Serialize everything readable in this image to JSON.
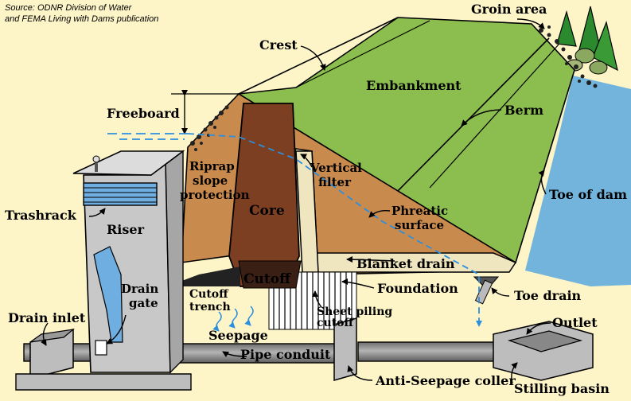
{
  "source": {
    "line1": "Source: ODNR Division of Water",
    "line2": "and FEMA Living with Dams publication"
  },
  "labels": {
    "crest": "Crest",
    "groin_area": "Groin area",
    "embankment": "Embankment",
    "berm": "Berm",
    "freeboard": "Freeboard",
    "riprap_1": "Riprap",
    "riprap_2": "slope",
    "riprap_3": "protection",
    "vertical_filter_1": "Vertical",
    "vertical_filter_2": "filter",
    "toe_of_dam": "Toe of dam",
    "trashrack": "Trashrack",
    "core": "Core",
    "phreatic_1": "Phreatic",
    "phreatic_2": "surface",
    "riser": "Riser",
    "blanket_drain": "Blanket drain",
    "cutoff": "Cutoff",
    "foundation": "Foundation",
    "drain_gate_1": "Drain",
    "drain_gate_2": "gate",
    "cutoff_trench_1": "Cutoff",
    "cutoff_trench_2": "trench",
    "toe_drain": "Toe drain",
    "drain_inlet": "Drain inlet",
    "sheet_piling_1": "Sheet piling",
    "sheet_piling_2": "cutoff",
    "outlet": "Outlet",
    "seepage": "Seepage",
    "pipe_conduit": "Pipe conduit",
    "anti_seepage": "Anti-Seepage coller",
    "stilling_basin": "Stilling basin"
  },
  "colors": {
    "background": "#fdf4c8",
    "embankment": "#8cbe4f",
    "earth_fill": "#c98a4e",
    "core": "#7c3f21",
    "water": "#72b4dc",
    "filter": "#efe6bf",
    "concrete": "#c8c8c8",
    "pipe": "#8f8f8f",
    "seepage": "#2b8fe0"
  }
}
